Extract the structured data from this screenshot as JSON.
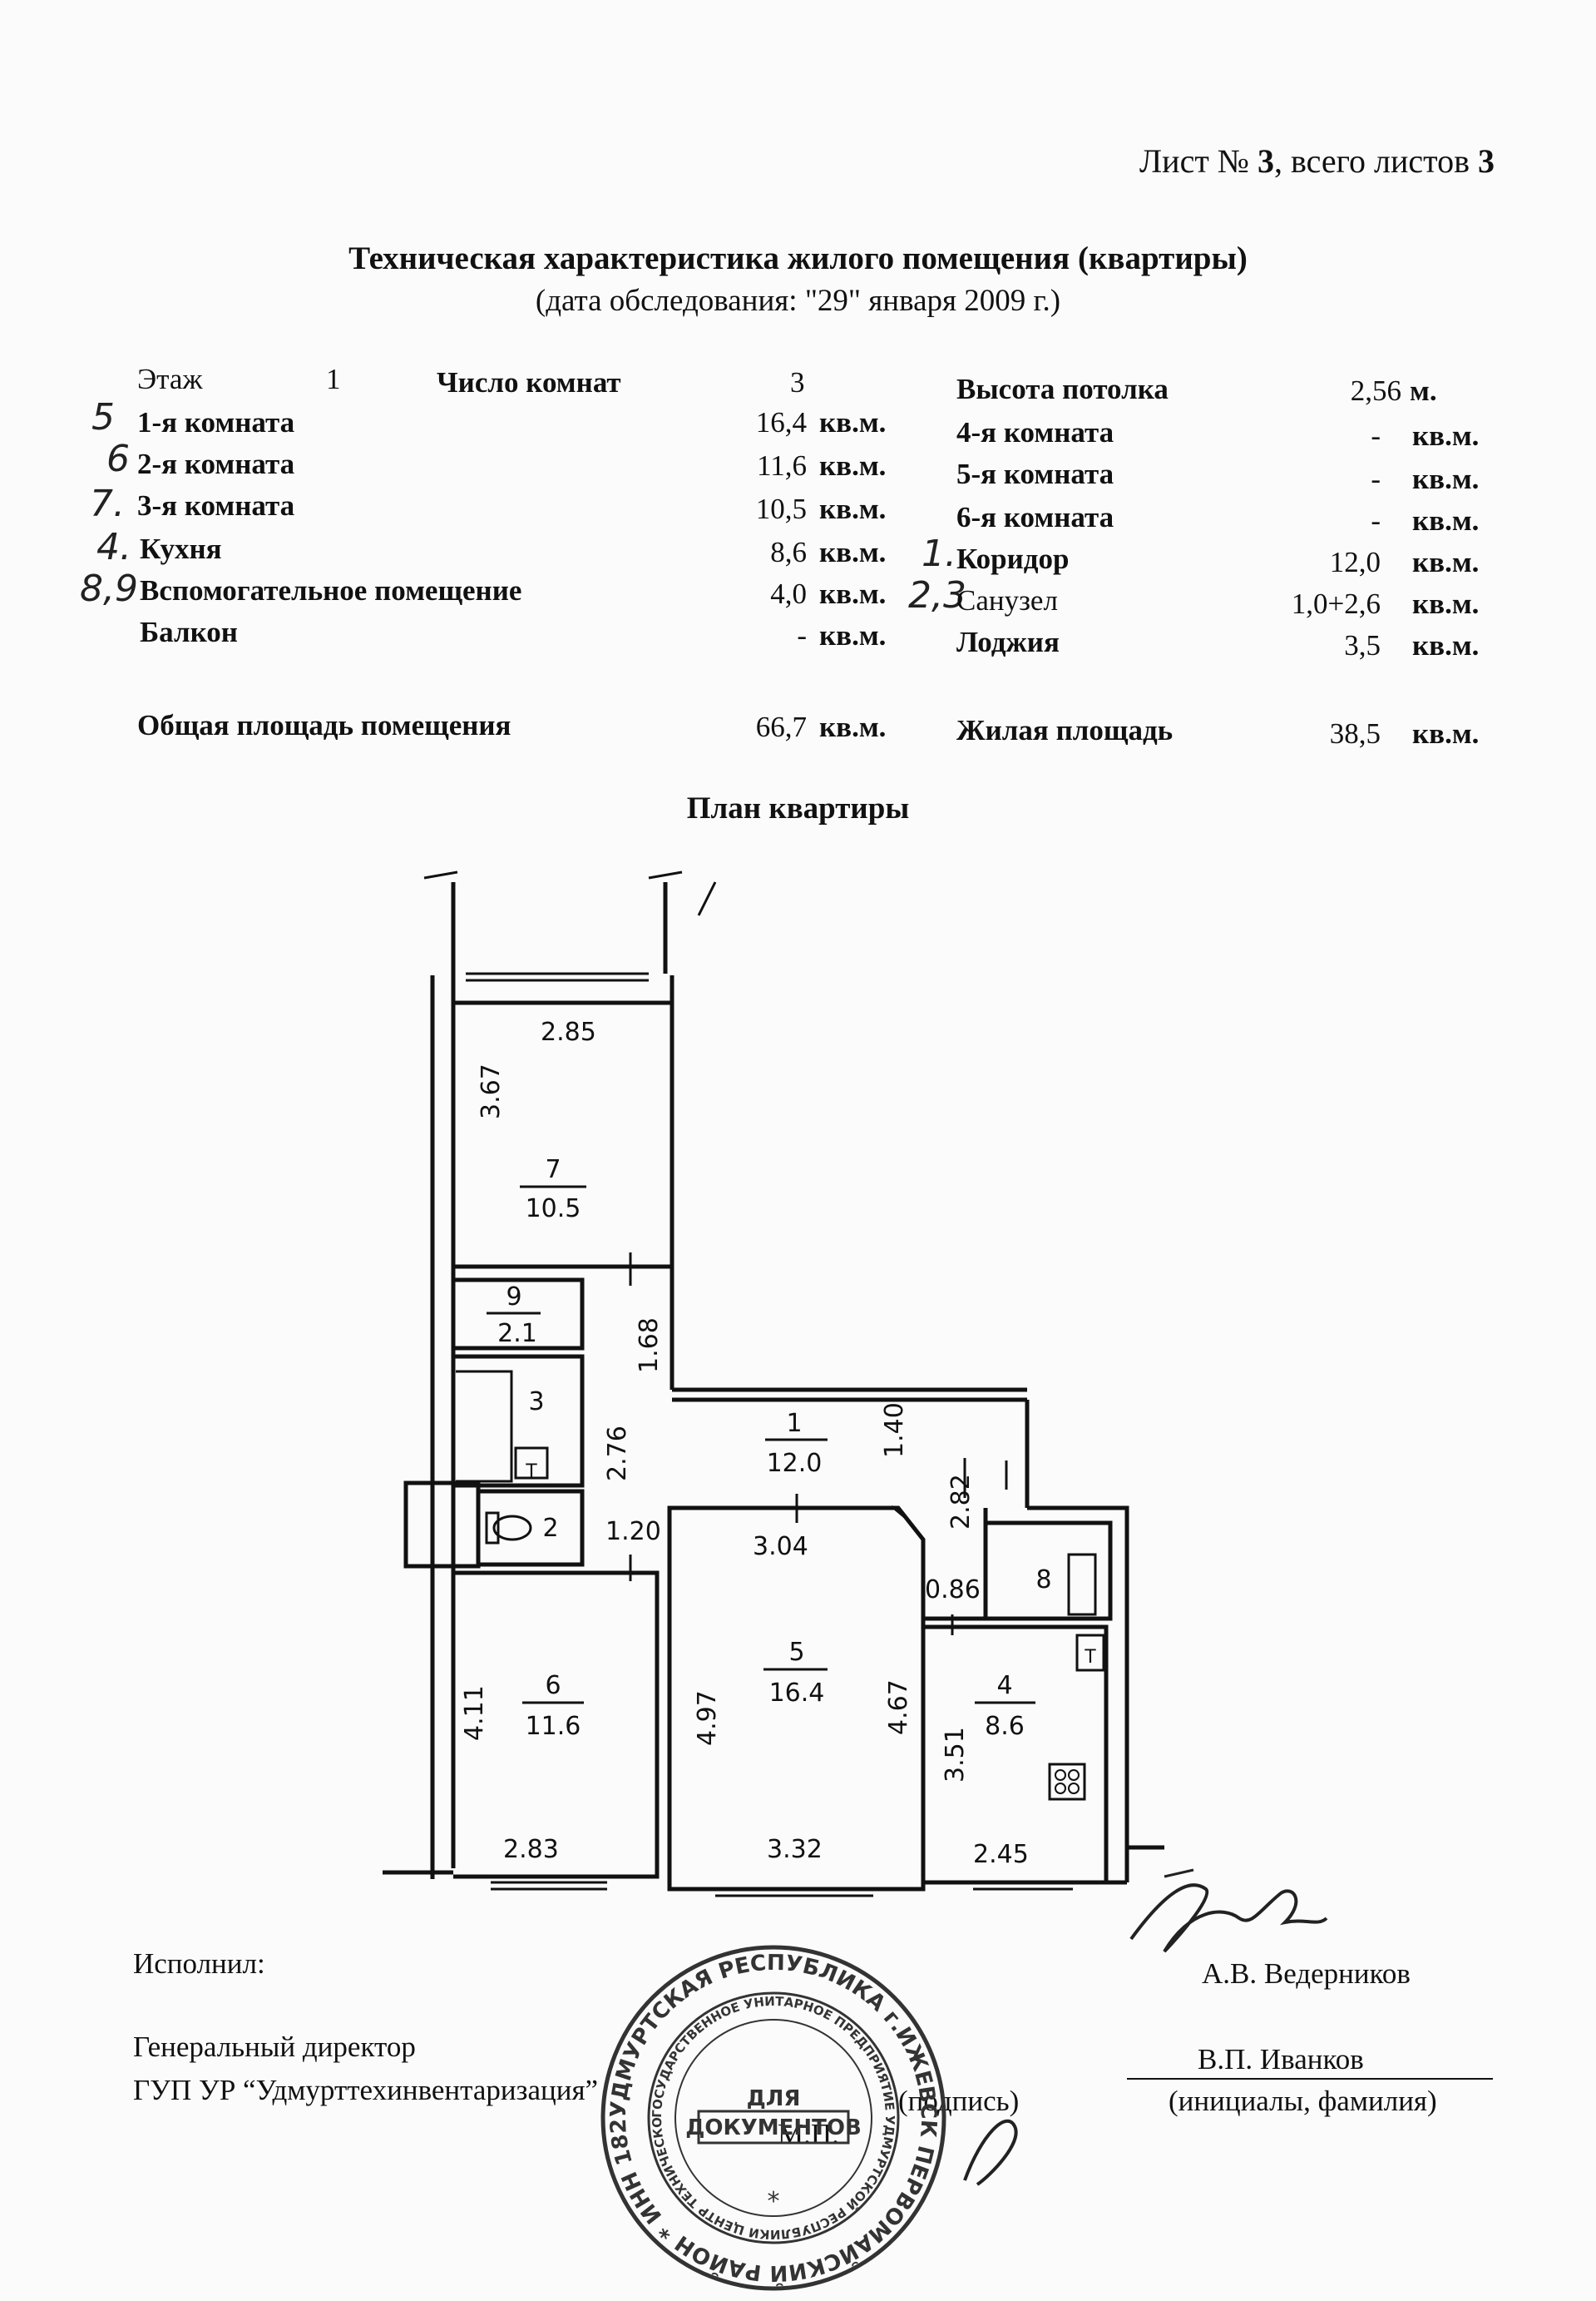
{
  "header": {
    "sheet_prefix": "Лист № ",
    "sheet_no": "3",
    "sheet_mid": ", всего листов ",
    "sheet_total": "3",
    "title": "Техническая характеристика жилого помещения (квартиры)",
    "subtitle": "(дата обследования: \"29\" января 2009 г.)"
  },
  "summary": {
    "floor_label": "Этаж",
    "floor_value": "1",
    "rooms_label": "Число комнат",
    "rooms_value": "3",
    "ceiling_label": "Высота потолка",
    "ceiling_value": "2,56",
    "ceiling_unit": "м.",
    "rows_left": [
      {
        "mark": "5",
        "label": "1-я комната",
        "value": "16,4",
        "unit": "кв.м."
      },
      {
        "mark": "6",
        "label": "2-я комната",
        "value": "11,6",
        "unit": "кв.м."
      },
      {
        "mark": "7.",
        "label": "3-я комната",
        "value": "10,5",
        "unit": "кв.м."
      },
      {
        "mark": "4.",
        "label": "Кухня",
        "value": "8,6",
        "unit": "кв.м."
      },
      {
        "mark": "8,9",
        "label": "Вспомогательное помещение",
        "value": "4,0",
        "unit": "кв.м."
      },
      {
        "mark": "",
        "label": "Балкон",
        "value": "-",
        "unit": "кв.м."
      }
    ],
    "rows_right": [
      {
        "mark": "",
        "label": "4-я комната",
        "value": "-",
        "unit": "кв.м."
      },
      {
        "mark": "",
        "label": "5-я комната",
        "value": "-",
        "unit": "кв.м."
      },
      {
        "mark": "",
        "label": "6-я комната",
        "value": "-",
        "unit": "кв.м."
      },
      {
        "mark": "1.",
        "label": "Коридор",
        "value": "12,0",
        "unit": "кв.м."
      },
      {
        "mark": "2,3",
        "label": "Санузел",
        "value": "1,0+2,6",
        "unit": "кв.м."
      },
      {
        "mark": "",
        "label": "Лоджия",
        "value": "3,5",
        "unit": "кв.м."
      }
    ],
    "total_label": "Общая площадь помещения",
    "total_value": "66,7",
    "total_unit": "кв.м.",
    "living_label": "Жилая площадь",
    "living_value": "38,5",
    "living_unit": "кв.м."
  },
  "plan": {
    "title": "План квартиры",
    "rooms": [
      {
        "num": "7",
        "area": "10.5"
      },
      {
        "num": "9",
        "area": "2.1"
      },
      {
        "num": "3",
        "area": ""
      },
      {
        "num": "2",
        "area": ""
      },
      {
        "num": "1",
        "area": "12.0"
      },
      {
        "num": "5",
        "area": "16.4"
      },
      {
        "num": "6",
        "area": "11.6"
      },
      {
        "num": "4",
        "area": "8.6"
      },
      {
        "num": "8",
        "area": ""
      }
    ],
    "dims": [
      "2.85",
      "3.67",
      "1.68",
      "2.76",
      "1.20",
      "1.40",
      "2.82",
      "3.04",
      "0.86",
      "4.11",
      "4.97",
      "4.67",
      "3.51",
      "2.83",
      "3.32",
      "2.45"
    ],
    "symbols": [
      "Т",
      "Т"
    ]
  },
  "footer": {
    "executed_label": "Исполнил:",
    "executor_name": "А.В. Ведерников",
    "director_label": "Генеральный директор",
    "org_name": "ГУП УР “Удмурттехинвентаризация”",
    "director_name": "В.П. Иванков",
    "signature_caption": "(подпись)",
    "name_caption": "(инициалы, фамилия)",
    "stamp_place": "М.П."
  },
  "stamp": {
    "ring_text": "УДМУРТСКАЯ РЕСПУБЛИКА г.ИЖЕВСК ПЕРВОМАЙСКИЙ РАЙОН * ИНН 1826001022",
    "inner_text": "ГОСУДАРСТВЕННОЕ УНИТАРНОЕ ПРЕДПРИЯТИЕ УДМУРТСКОЙ РЕСПУБЛИКИ ЦЕНТР ТЕХНИЧЕСКОЙ ИНВЕНТАРИЗАЦИИ И УЧЕТА НЕДВИЖИМОГО ИМУЩЕСТВА",
    "center_1": "ДЛЯ",
    "center_2": "ДОКУМЕНТОВ"
  }
}
